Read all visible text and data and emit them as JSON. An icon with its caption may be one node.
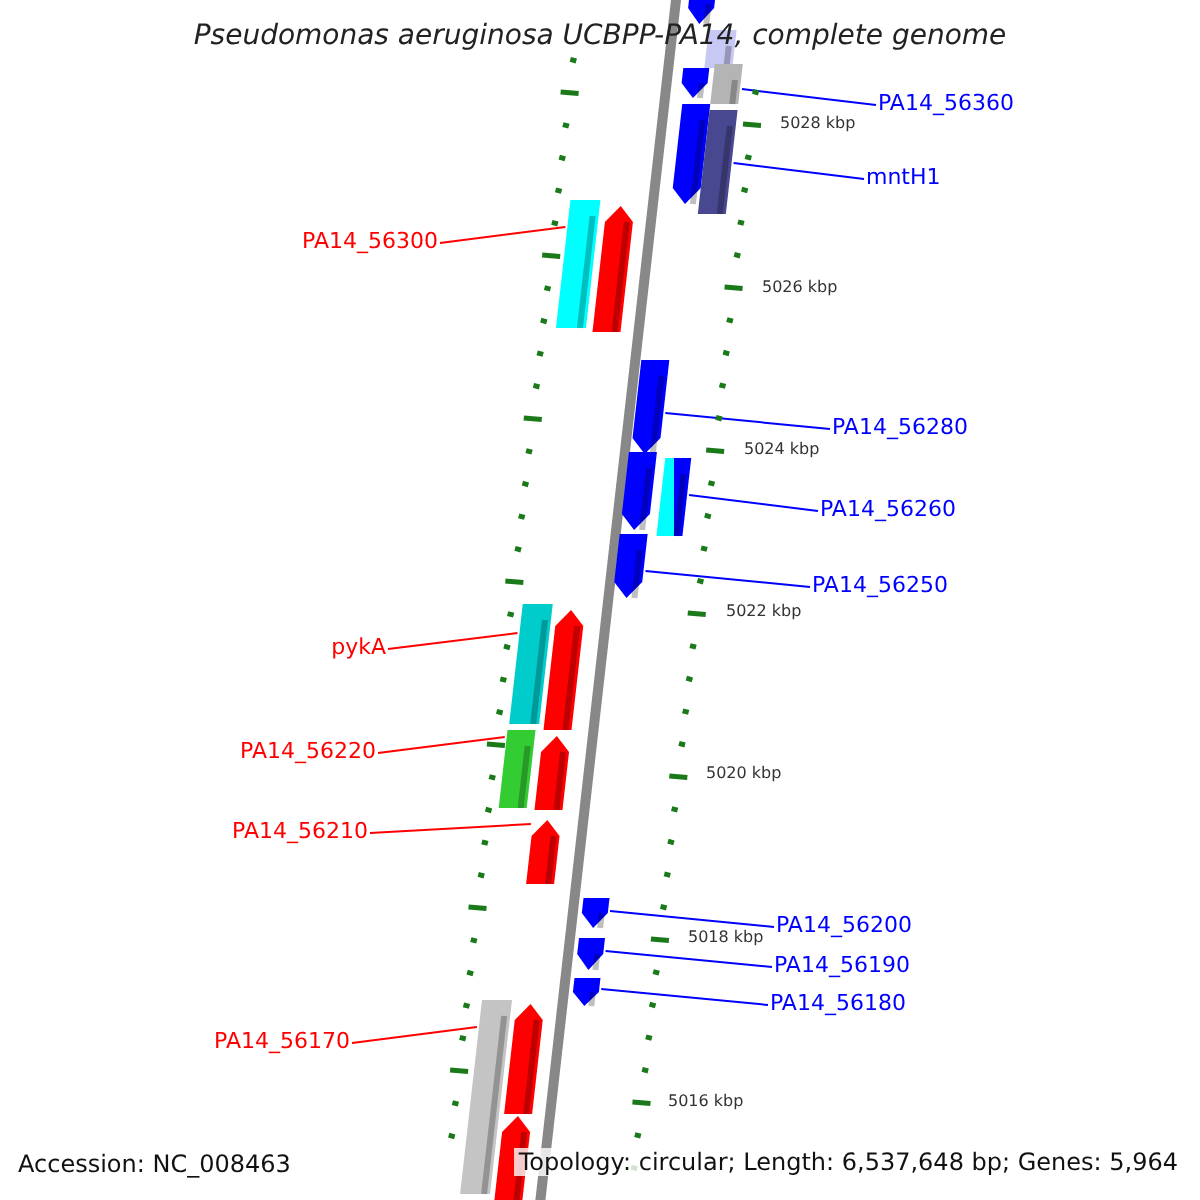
{
  "diagram": {
    "title": "Pseudomonas aeruginosa UCBPP-PA14, complete genome",
    "nodes": [
      {
        "text": [
          "PA14_56360"
        ]
      },
      {
        "text": [
          "mntH1"
        ]
      },
      {
        "text": [
          "PA14_56300"
        ]
      },
      {
        "text": [
          "PA14_56280"
        ]
      },
      {
        "text": [
          "PA14_56260"
        ]
      },
      {
        "text": [
          "PA14_56250"
        ]
      },
      {
        "text": [
          "pykA"
        ]
      },
      {
        "text": [
          "PA14_56220"
        ]
      },
      {
        "text": [
          "PA14_56210"
        ]
      },
      {
        "text": [
          "PA14_56200"
        ]
      },
      {
        "text": [
          "PA14_56190"
        ]
      },
      {
        "text": [
          "PA14_56180"
        ]
      },
      {
        "text": [
          "PA14_56170"
        ]
      },
      {
        "text": [],
        "shape": "pentagon"
      },
      {
        "text": [],
        "shape": "box"
      },
      {
        "text": [],
        "shape": "box"
      },
      {
        "text": [],
        "shape": "pentagon"
      },
      {
        "text": [],
        "shape": "pentagon"
      },
      {
        "text": [],
        "shape": "box"
      },
      {
        "text": [],
        "shape": "box"
      },
      {
        "text": [],
        "shape": "pentagon"
      },
      {
        "text": [],
        "shape": "pentagon"
      },
      {
        "text": [],
        "shape": "pentagon"
      },
      {
        "text": [],
        "shape": "box"
      },
      {
        "text": [],
        "shape": "pentagon"
      },
      {
        "text": [],
        "shape": "box"
      },
      {
        "text": [],
        "shape": "pentagon"
      },
      {
        "text": [],
        "shape": "box"
      },
      {
        "text": [],
        "shape": "pentagon"
      },
      {
        "text": [],
        "shape": "pentagon"
      },
      {
        "text": [],
        "shape": "pentagon"
      },
      {
        "text": [],
        "shape": "pentagon"
      },
      {
        "text": [],
        "shape": "pentagon"
      },
      {
        "text": [],
        "shape": "box"
      },
      {
        "text": [],
        "shape": "pentagon"
      },
      {
        "text": [],
        "shape": "pentagon"
      }
    ],
    "edges": [
      {
        "from": 0,
        "to": 15,
        "arrow": "none"
      },
      {
        "from": 1,
        "to": 18,
        "arrow": "none"
      },
      {
        "from": 2,
        "to": 19,
        "arrow": "none",
        "color": "#ff0000"
      },
      {
        "from": 3,
        "to": 21,
        "arrow": "none"
      },
      {
        "from": 4,
        "to": 23,
        "arrow": "none"
      },
      {
        "from": 5,
        "to": 24,
        "arrow": "none"
      },
      {
        "from": 6,
        "to": 25,
        "arrow": "none",
        "color": "#ff0000"
      },
      {
        "from": 7,
        "to": 27,
        "arrow": "none",
        "color": "#ff0000"
      },
      {
        "from": 8,
        "to": 29,
        "arrow": "none",
        "color": "#ff0000"
      },
      {
        "from": 9,
        "to": 30,
        "arrow": "none"
      },
      {
        "from": 10,
        "to": 31,
        "arrow": "none"
      },
      {
        "from": 11,
        "to": 32,
        "arrow": "none"
      },
      {
        "from": 12,
        "to": 33,
        "arrow": "none",
        "color": "#ff0000"
      }
    ],
    "labels": [
      "5028 kbp",
      "5026 kbp",
      "5024 kbp",
      "5022 kbp",
      "5020 kbp",
      "5018 kbp",
      "5016 kbp",
      "Accession: NC_008463",
      "Topology: circular; Length: 6,537,648 bp; Genes: 5,964"
    ]
  }
}
